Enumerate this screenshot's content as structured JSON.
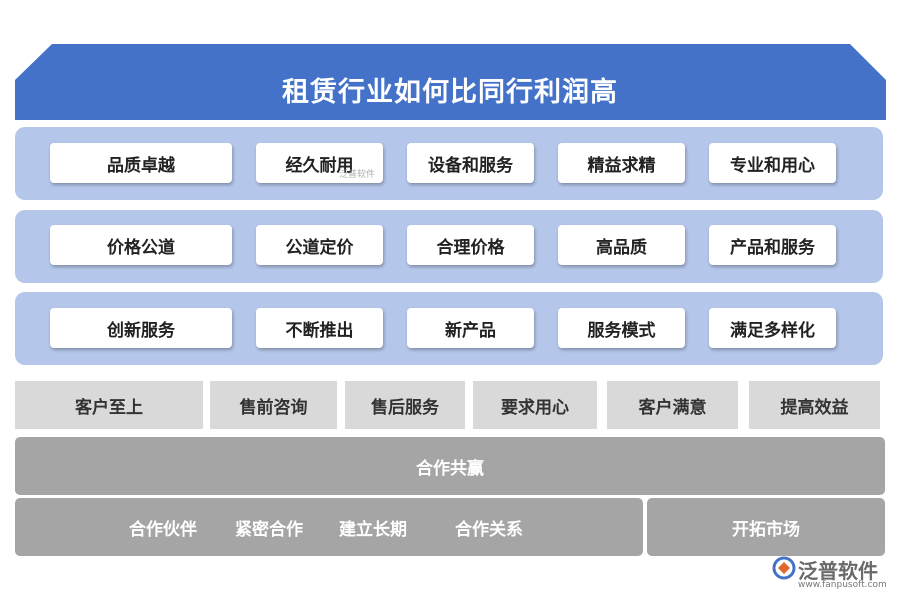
{
  "title": "租赁行业如何比同行利润高",
  "rows": [
    {
      "items": [
        "品质卓越",
        "经久耐用",
        "设备和服务",
        "精益求精",
        "专业和用心"
      ]
    },
    {
      "items": [
        "价格公道",
        "公道定价",
        "合理价格",
        "高品质",
        "产品和服务"
      ]
    },
    {
      "items": [
        "创新服务",
        "不断推出",
        "新产品",
        "服务模式",
        "满足多样化"
      ]
    }
  ],
  "grey_row": [
    "客户至上",
    "售前咨询",
    "售后服务",
    "要求用心",
    "客户满意",
    "提高效益"
  ],
  "win_win": "合作共赢",
  "bottom_left": [
    "合作伙伴",
    "紧密合作",
    "建立长期",
    "合作关系"
  ],
  "bottom_right": "开拓市场",
  "watermark": "泛普软件",
  "brand": {
    "name": "泛普软件",
    "url": "www.fanpusoft.com"
  },
  "colors": {
    "roof": "#4472c9",
    "panel": "#b4c6ea",
    "chip": "#ffffff",
    "grey_chip": "#d9d9d9",
    "dark_bar": "#a5a5a5"
  }
}
